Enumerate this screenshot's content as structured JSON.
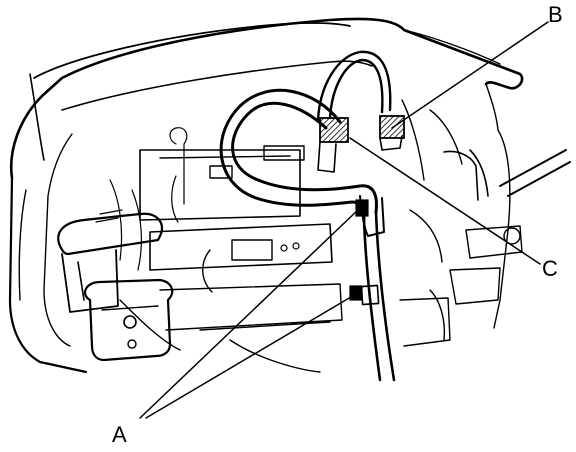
{
  "callouts": {
    "a": "A",
    "b": "B",
    "c": "C"
  },
  "colors": {
    "ink": "#000000",
    "paper": "#ffffff",
    "connector_hatch": "#000000"
  }
}
